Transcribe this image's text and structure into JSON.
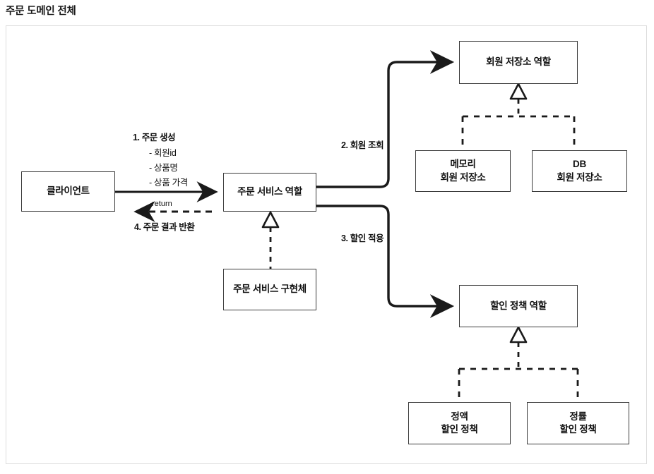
{
  "page": {
    "title": "주문 도메인 전체"
  },
  "diagram": {
    "type": "uml-class-collaboration",
    "nodes": {
      "client": {
        "label": "클라이언트"
      },
      "order_service_role": {
        "label": "주문 서비스 역할"
      },
      "order_service_impl": {
        "label": "주문 서비스 구현체"
      },
      "member_repository_role": {
        "label": "회원 저장소 역할"
      },
      "memory_member_repository": {
        "label": "메모리\n회원 저장소"
      },
      "db_member_repository": {
        "label": "DB\n회원 저장소"
      },
      "discount_policy_role": {
        "label": "할인 정책 역할"
      },
      "fix_discount_policy": {
        "label": "정액\n할인 정책"
      },
      "rate_discount_policy": {
        "label": "정률\n할인 정책"
      }
    },
    "edges": {
      "create_order": {
        "label": "1. 주문 생성",
        "params": [
          "- 회원id",
          "- 상품명",
          "- 상품 가격"
        ]
      },
      "find_member": {
        "label": "2. 회원 조회"
      },
      "apply_discount": {
        "label": "3. 할인 적용"
      },
      "return_order": {
        "label": "4. 주문 결과 반환",
        "sublabel": "return"
      }
    },
    "colors": {
      "line": "#1a1a1a",
      "node_border": "#3b3b3b",
      "frame_border": "#dcdcdc",
      "text": "#111111",
      "background": "#ffffff"
    }
  }
}
